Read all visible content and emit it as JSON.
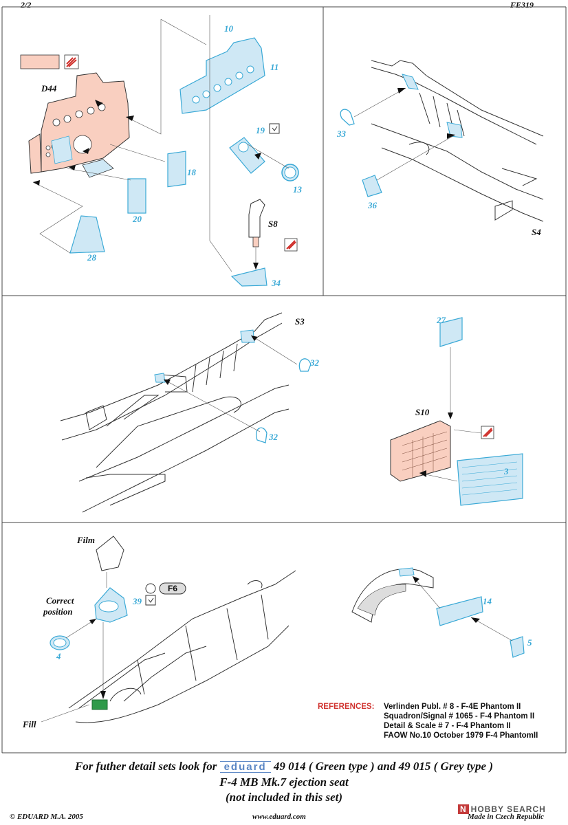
{
  "header": {
    "page": "2/2",
    "code": "FE319"
  },
  "labels_blue": [
    {
      "id": "10",
      "text": "10"
    },
    {
      "id": "11",
      "text": "11"
    },
    {
      "id": "18",
      "text": "18"
    },
    {
      "id": "19",
      "text": "19"
    },
    {
      "id": "13",
      "text": "13"
    },
    {
      "id": "20",
      "text": "20"
    },
    {
      "id": "28",
      "text": "28"
    },
    {
      "id": "34",
      "text": "34"
    },
    {
      "id": "33",
      "text": "33"
    },
    {
      "id": "36",
      "text": "36"
    },
    {
      "id": "27",
      "text": "27"
    },
    {
      "id": "32a",
      "text": "32"
    },
    {
      "id": "32b",
      "text": "32"
    },
    {
      "id": "3",
      "text": "3"
    },
    {
      "id": "39",
      "text": "39"
    },
    {
      "id": "4",
      "text": "4"
    },
    {
      "id": "14",
      "text": "14"
    },
    {
      "id": "5",
      "text": "5"
    }
  ],
  "labels_black": {
    "d44": "D44",
    "s8": "S8",
    "s4": "S4",
    "s3": "S3",
    "s10": "S10",
    "film": "Film",
    "correct": "Correct",
    "position": "position",
    "fill": "Fill",
    "f6": "F6"
  },
  "references": {
    "heading": "REFERENCES:",
    "items": [
      "Verlinden Publ. # 8 - F-4E Phantom II",
      "Squadron/Signal # 1065 - F-4 Phantom II",
      "Detail & Scale # 7 - F-4 Phantom II",
      "FAOW No.10 October 1979 F-4 PhantomII"
    ]
  },
  "footer_note": {
    "lead": "For futher detail sets look for",
    "brand": "eduard",
    "tail": "49 014 ( Green type ) and 49 015 ( Grey type )",
    "line2": "F-4 MB Mk.7 ejection seat",
    "line3": "(not included in this set)"
  },
  "bottom": {
    "copyright": "© EDUARD  M.A. 2005",
    "website": "www.eduard.com",
    "made": "Made in Czech Republic"
  },
  "watermark": {
    "box": "N",
    "text": "HOBBY SEARCH"
  },
  "colors": {
    "part_blue": "#3aa9d6",
    "fill_pink": "#f9cfc0",
    "fill_blue": "#cfe8f5",
    "red": "#d0312d",
    "green": "#2f9a4a"
  }
}
